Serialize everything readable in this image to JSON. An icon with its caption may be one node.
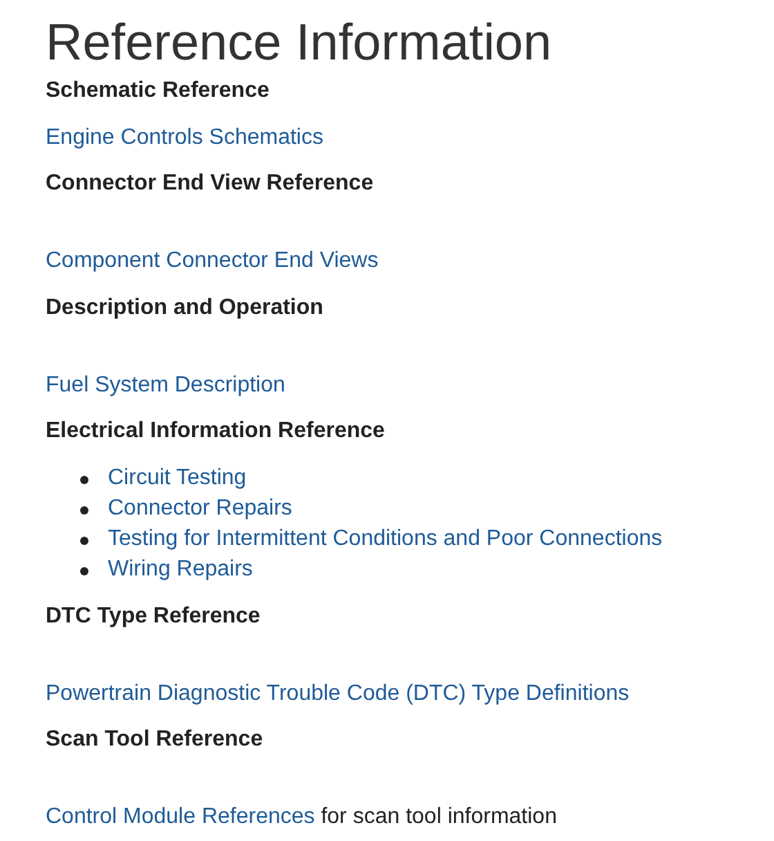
{
  "diagram": {
    "title": "Reference Information",
    "labels": [
      "Schematic Reference",
      "Engine Controls Schematics",
      "Connector End View Reference",
      "Component Connector End Views",
      "Description and Operation",
      "Fuel System Description",
      "Electrical Information Reference",
      "Circuit Testing",
      "Connector Repairs",
      "Testing for Intermittent Conditions and Poor Connections",
      "Wiring Repairs",
      "DTC Type Reference",
      "Powertrain Diagnostic Trouble Code (DTC) Type Definitions",
      "Scan Tool Reference",
      "Control Module References",
      "for scan tool information"
    ]
  }
}
